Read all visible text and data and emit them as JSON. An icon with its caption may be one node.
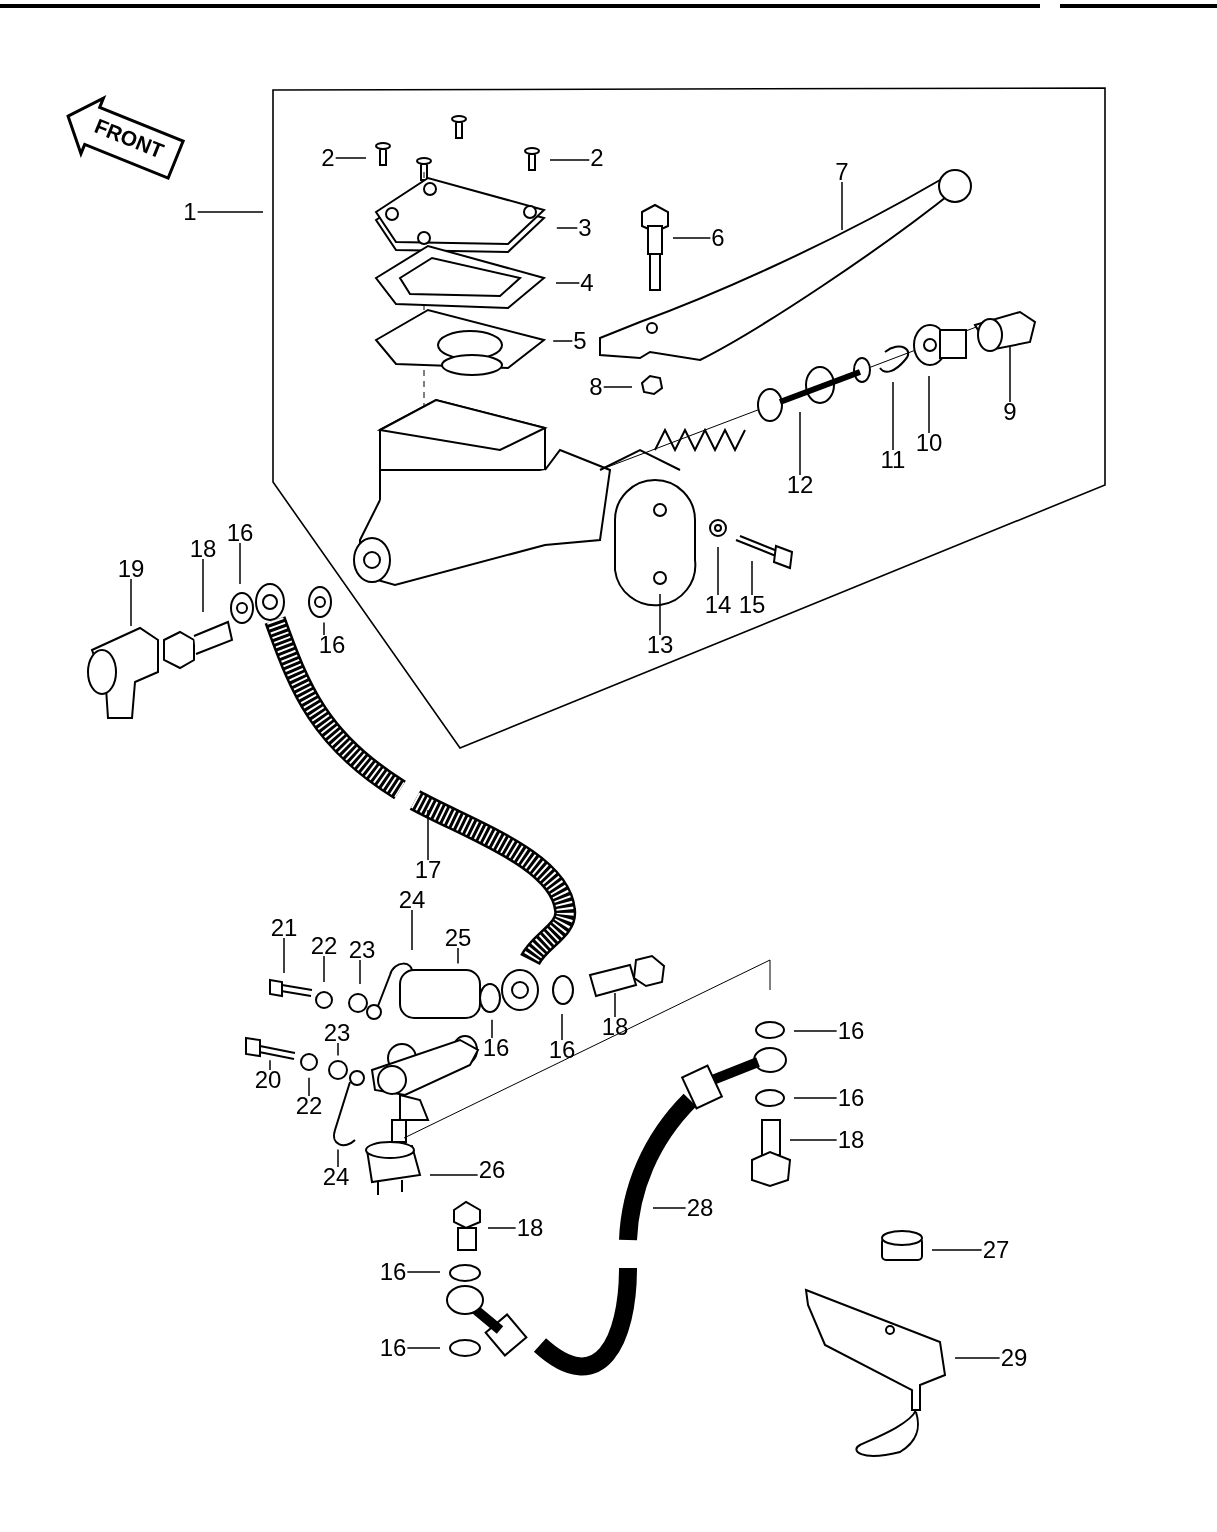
{
  "diagram": {
    "nodes": [
      {
        "text": [
          "2"
        ]
      },
      {
        "text": [
          "2"
        ]
      },
      {
        "text": [
          "1"
        ]
      },
      {
        "text": [
          "3"
        ]
      },
      {
        "text": [
          "6"
        ]
      },
      {
        "text": [
          "7"
        ]
      },
      {
        "text": [
          "4"
        ]
      },
      {
        "text": [
          "5"
        ]
      },
      {
        "text": [
          "8"
        ]
      },
      {
        "text": [
          "9"
        ]
      },
      {
        "text": [
          "11"
        ]
      },
      {
        "text": [
          "10"
        ]
      },
      {
        "text": [
          "12"
        ]
      },
      {
        "text": [
          "16"
        ]
      },
      {
        "text": [
          "18"
        ]
      },
      {
        "text": [
          "19"
        ]
      },
      {
        "text": [
          "16"
        ]
      },
      {
        "text": [
          "13"
        ]
      },
      {
        "text": [
          "14"
        ]
      },
      {
        "text": [
          "15"
        ]
      },
      {
        "text": [
          "17"
        ]
      },
      {
        "text": [
          "24"
        ]
      },
      {
        "text": [
          "21"
        ]
      },
      {
        "text": [
          "25"
        ]
      },
      {
        "text": [
          "22"
        ]
      },
      {
        "text": [
          "23"
        ]
      },
      {
        "text": [
          "16"
        ]
      },
      {
        "text": [
          "18"
        ]
      },
      {
        "text": [
          "16"
        ]
      },
      {
        "text": [
          "16"
        ]
      },
      {
        "text": [
          "23"
        ]
      },
      {
        "text": [
          "20"
        ]
      },
      {
        "text": [
          "22"
        ]
      },
      {
        "text": [
          "16"
        ]
      },
      {
        "text": [
          "18"
        ]
      },
      {
        "text": [
          "24"
        ]
      },
      {
        "text": [
          "26"
        ]
      },
      {
        "text": [
          "28"
        ]
      },
      {
        "text": [
          "18"
        ]
      },
      {
        "text": [
          "27"
        ]
      },
      {
        "text": [
          "16"
        ]
      },
      {
        "text": [
          "16"
        ]
      },
      {
        "text": [
          "29"
        ]
      }
    ],
    "edges": [
      {
        "from": 0,
        "to": null,
        "arrow": "none"
      },
      {
        "from": 1,
        "to": null,
        "arrow": "none"
      },
      {
        "from": 2,
        "to": null,
        "arrow": "none"
      },
      {
        "from": 3,
        "to": null,
        "arrow": "none"
      },
      {
        "from": 4,
        "to": null,
        "arrow": "none"
      },
      {
        "from": 5,
        "to": null,
        "arrow": "none"
      },
      {
        "from": 6,
        "to": null,
        "arrow": "none"
      },
      {
        "from": 7,
        "to": null,
        "arrow": "none"
      },
      {
        "from": 8,
        "to": null,
        "arrow": "none"
      },
      {
        "from": 9,
        "to": null,
        "arrow": "none"
      },
      {
        "from": 10,
        "to": null,
        "arrow": "none"
      },
      {
        "from": 11,
        "to": null,
        "arrow": "none"
      },
      {
        "from": 12,
        "to": null,
        "arrow": "none"
      },
      {
        "from": 13,
        "to": null,
        "arrow": "none"
      },
      {
        "from": 14,
        "to": null,
        "arrow": "none"
      },
      {
        "from": 15,
        "to": null,
        "arrow": "none"
      },
      {
        "from": 16,
        "to": null,
        "arrow": "none"
      },
      {
        "from": 17,
        "to": null,
        "arrow": "none"
      },
      {
        "from": 18,
        "to": null,
        "arrow": "none"
      },
      {
        "from": 19,
        "to": null,
        "arrow": "none"
      },
      {
        "from": 20,
        "to": null,
        "arrow": "none"
      },
      {
        "from": 21,
        "to": null,
        "arrow": "none"
      },
      {
        "from": 22,
        "to": null,
        "arrow": "none"
      },
      {
        "from": 23,
        "to": null,
        "arrow": "none"
      },
      {
        "from": 24,
        "to": null,
        "arrow": "none"
      },
      {
        "from": 25,
        "to": null,
        "arrow": "none"
      },
      {
        "from": 26,
        "to": null,
        "arrow": "none"
      },
      {
        "from": 27,
        "to": null,
        "arrow": "none"
      },
      {
        "from": 28,
        "to": null,
        "arrow": "none"
      },
      {
        "from": 29,
        "to": null,
        "arrow": "none"
      },
      {
        "from": 30,
        "to": null,
        "arrow": "none"
      },
      {
        "from": 31,
        "to": null,
        "arrow": "none"
      },
      {
        "from": 32,
        "to": null,
        "arrow": "none"
      },
      {
        "from": 33,
        "to": null,
        "arrow": "none"
      },
      {
        "from": 34,
        "to": null,
        "arrow": "none"
      },
      {
        "from": 35,
        "to": null,
        "arrow": "none"
      },
      {
        "from": 36,
        "to": null,
        "arrow": "none"
      },
      {
        "from": 37,
        "to": null,
        "arrow": "none"
      },
      {
        "from": 38,
        "to": null,
        "arrow": "none"
      },
      {
        "from": 39,
        "to": null,
        "arrow": "none"
      },
      {
        "from": 40,
        "to": null,
        "arrow": "none"
      },
      {
        "from": 41,
        "to": null,
        "arrow": "none"
      },
      {
        "from": 42,
        "to": null,
        "arrow": "none"
      }
    ],
    "labels": [
      "FRONT"
    ]
  }
}
